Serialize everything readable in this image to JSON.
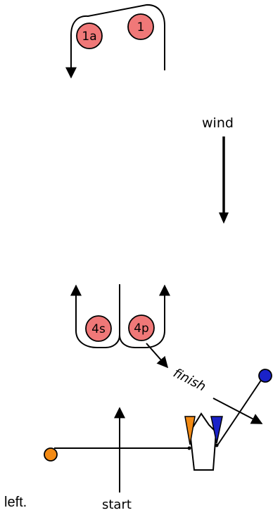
{
  "caption": "left.",
  "labels": {
    "wind": "wind",
    "finish": "finish",
    "start": "start"
  },
  "marks": {
    "mark_1": "1",
    "mark_1a": "1a",
    "mark_4s": "4s",
    "mark_4p": "4p"
  },
  "colors": {
    "mark_fill": "#f07878",
    "pin_flag": "#f28a14",
    "boat_flag": "#1a22c8",
    "pin_ball": "#f28a14",
    "boat_ball": "#1a22c8"
  },
  "icons": {
    "wind_arrow": "arrow-down-icon",
    "committee_boat": "boat-outline-icon"
  }
}
